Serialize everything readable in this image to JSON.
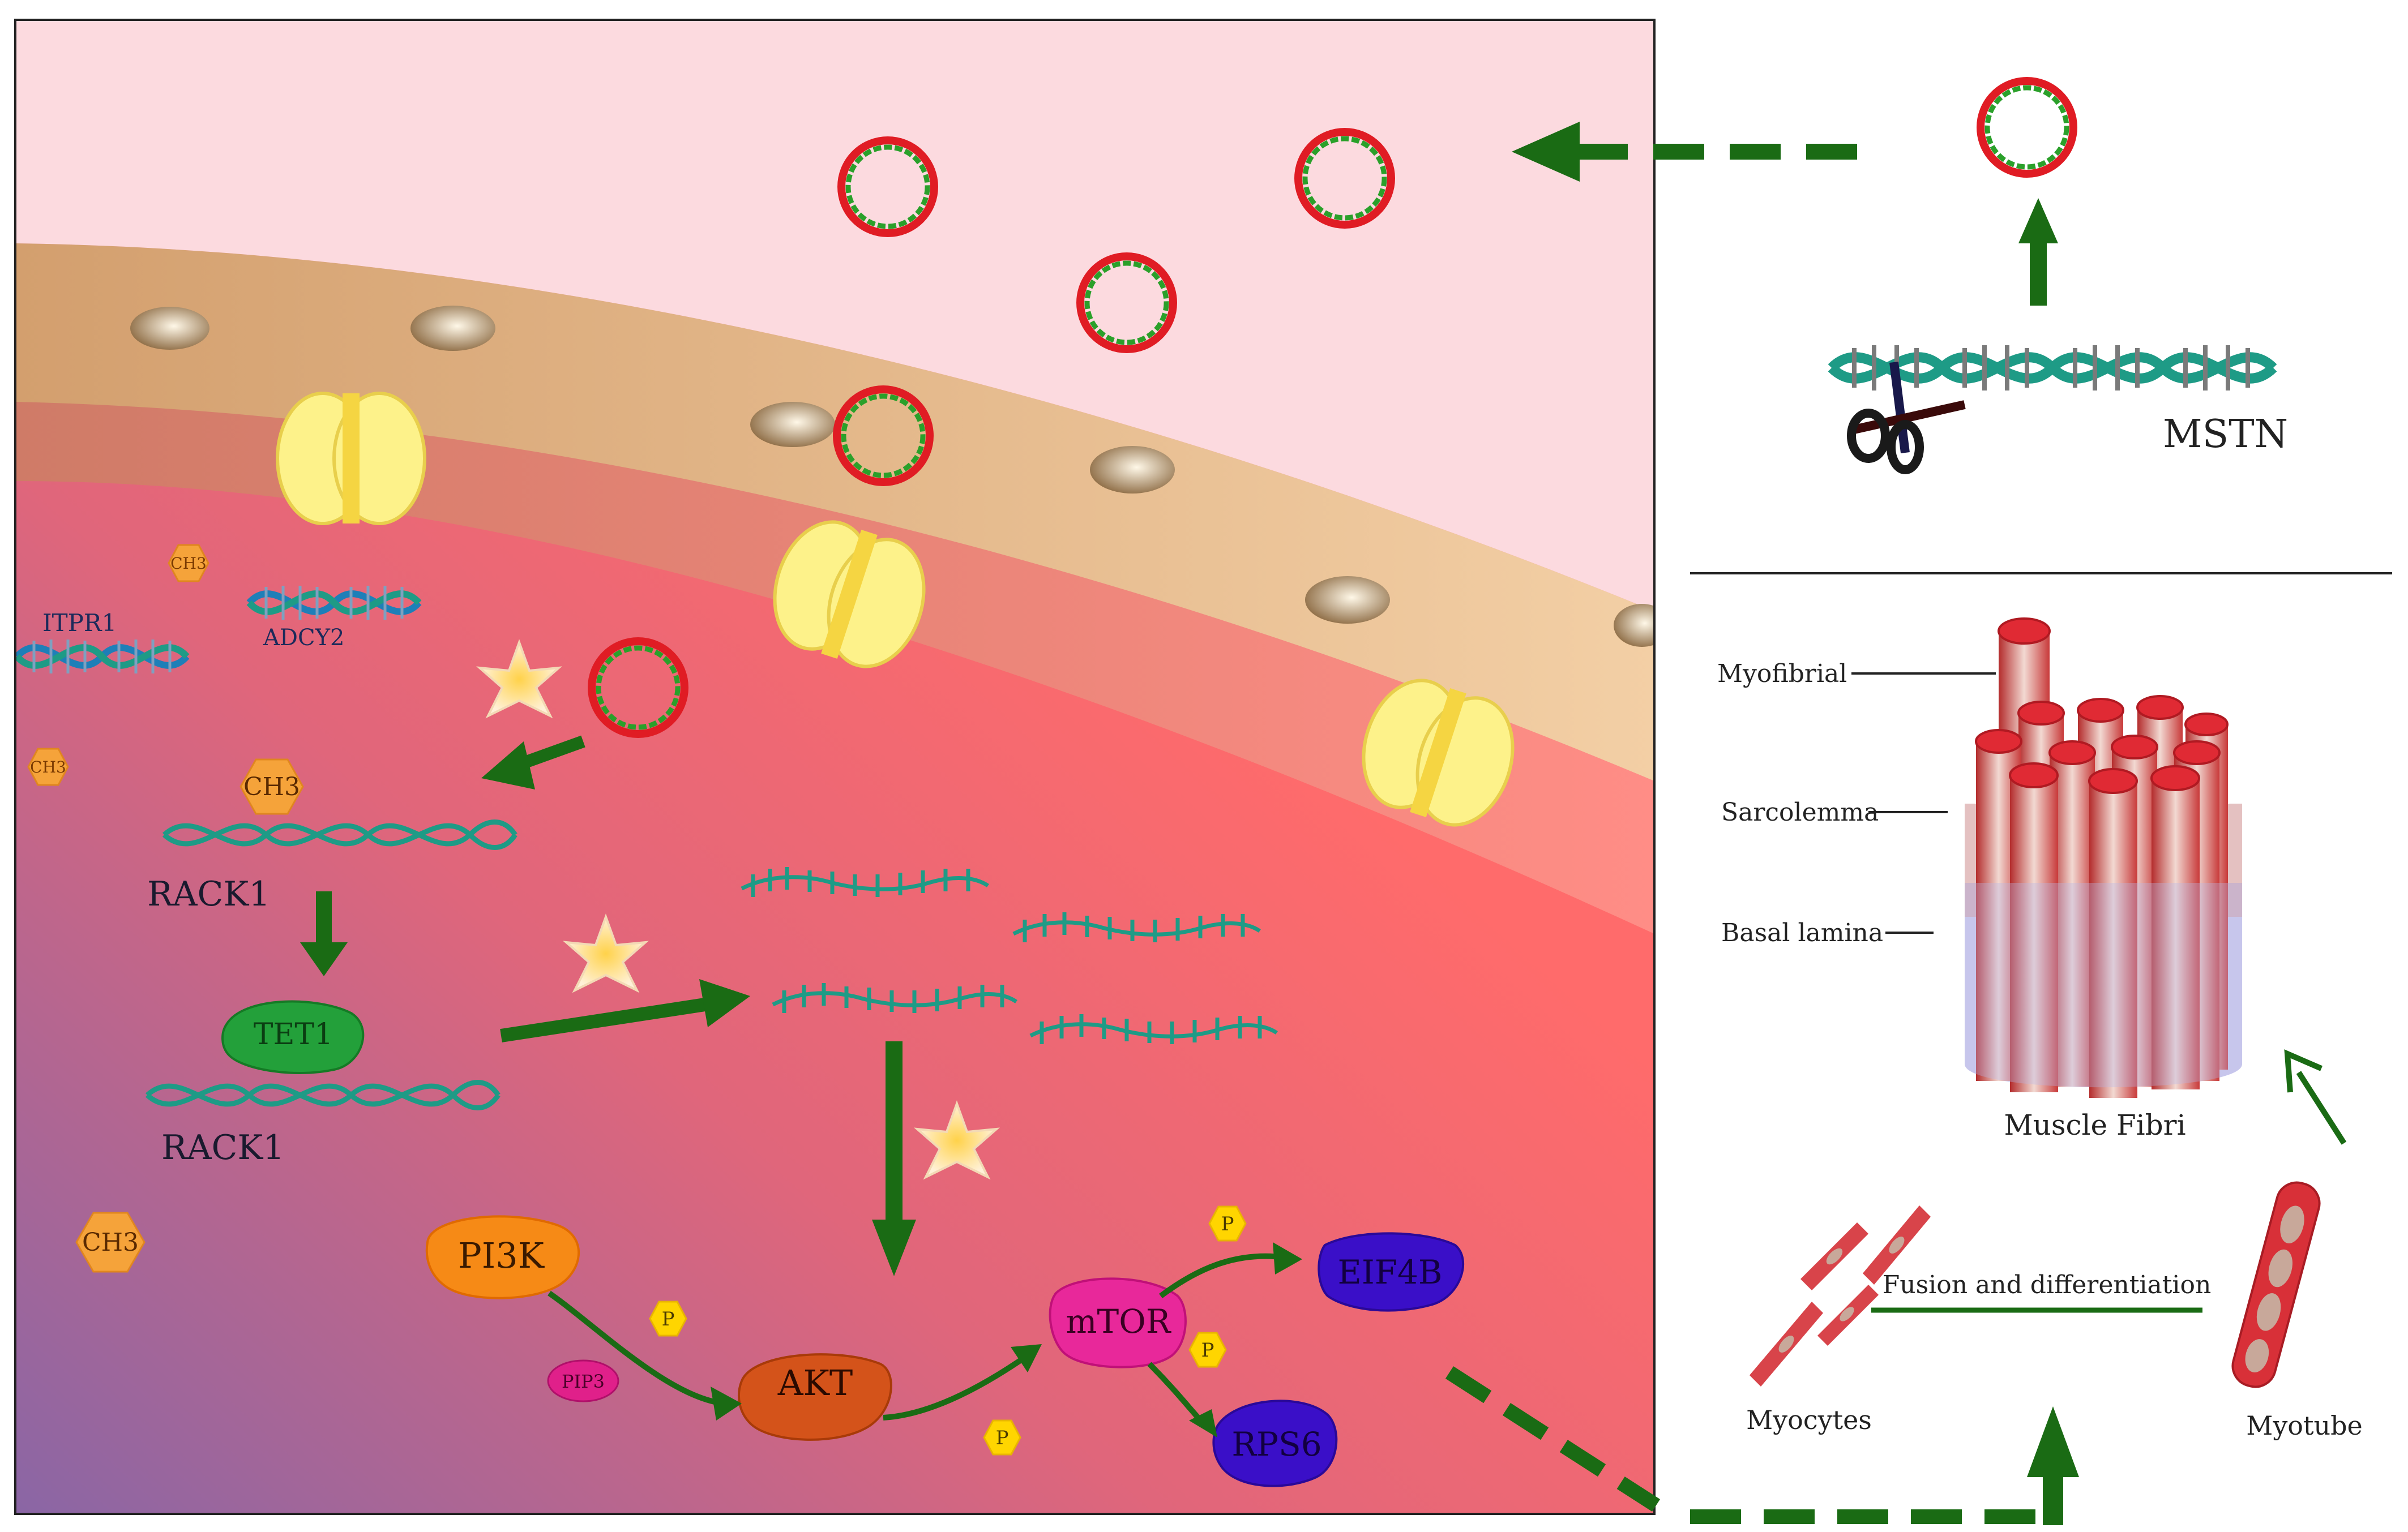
{
  "genes": {
    "mstn": "MSTN",
    "itpr1": "ITPR1",
    "adcy2": "ADCY2",
    "rack1_upper": "RACK1",
    "rack1_lower": "RACK1"
  },
  "proteins": {
    "tet1": "TET1",
    "pi3k": "PI3K",
    "akt": "AKT",
    "mtor": "mTOR",
    "eif4b": "EIF4B",
    "rps6": "RPS6",
    "pip3": "PIP3"
  },
  "marks": {
    "ch3": "CH3",
    "phosphate": "P"
  },
  "muscle": {
    "myofibrial": "Myofibrial",
    "sarcolemma": "Sarcolemma",
    "basal_lamina": "Basal lamina",
    "muscle_fibri": "Muscle Fibri",
    "myocytes": "Myocytes",
    "myotube": "Myotube",
    "fusion": "Fusion and differentiation"
  },
  "colors": {
    "arrow_green": "#1a6b14",
    "dna_teal": "#1e9b86",
    "vesicle_red": "#e01c24",
    "vesicle_green": "#2aa02a",
    "extracellular_pink": "#fcdadf",
    "membrane_tan": "#e6b98a",
    "cytoplasm_red": "#f26a6a"
  }
}
